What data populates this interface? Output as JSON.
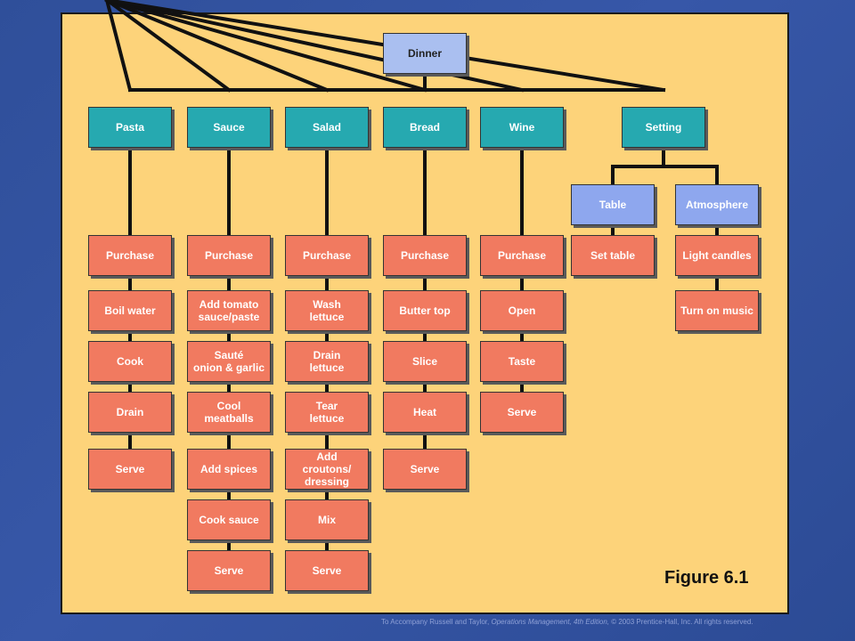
{
  "root": "Dinner",
  "categories": [
    "Pasta",
    "Sauce",
    "Salad",
    "Bread",
    "Wine",
    "Setting"
  ],
  "setting_children": [
    "Table",
    "Atmosphere"
  ],
  "tasks": {
    "pasta": [
      "Purchase",
      "Boil water",
      "Cook",
      "Drain",
      "Serve"
    ],
    "sauce": [
      "Purchase",
      "Add tomato\nsauce/paste",
      "Sauté\nonion & garlic",
      "Cool\nmeatballs",
      "Add spices",
      "Cook sauce",
      "Serve"
    ],
    "salad": [
      "Purchase",
      "Wash\nlettuce",
      "Drain\nlettuce",
      "Tear\nlettuce",
      "Add\ncroutons/\ndressing",
      "Mix",
      "Serve"
    ],
    "bread": [
      "Purchase",
      "Butter top",
      "Slice",
      "Heat",
      "Serve"
    ],
    "wine": [
      "Purchase",
      "Open",
      "Taste",
      "Serve"
    ],
    "table": [
      "Set table"
    ],
    "atmosphere": [
      "Light candles",
      "Turn on music"
    ]
  },
  "figure_label": "Figure 6.1",
  "footer": {
    "prefix": "To Accompany Russell and Taylor, ",
    "book": "Operations Management, 4th Edition,",
    "suffix": " © 2003 Prentice-Hall, Inc. All rights reserved."
  }
}
